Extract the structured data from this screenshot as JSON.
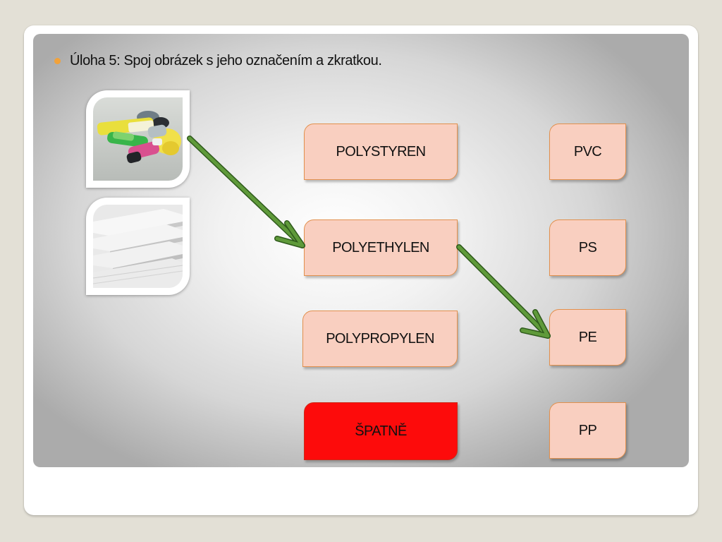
{
  "slide": {
    "task_text": "Úloha 5: Spoj obrázek s jeho označením a zkratkou.",
    "images": [
      {
        "name": "plastic bags",
        "icon": "plastic-bags-photo"
      },
      {
        "name": "polystyrene sheets",
        "icon": "polystyrene-sheets-photo"
      }
    ],
    "material_names": [
      "POLYSTYREN",
      "POLYETHYLEN",
      "POLYPROPYLEN"
    ],
    "wrong_label": "ŠPATNĚ",
    "abbreviations": [
      "PVC",
      "PS",
      "PE",
      "PP"
    ],
    "colors": {
      "bullet": "#f2a23a",
      "card_fill": "#f9cfc0",
      "card_border": "#e2904d",
      "wrong_fill": "#fd0b0b",
      "arrow": "#5f9a3a"
    }
  }
}
